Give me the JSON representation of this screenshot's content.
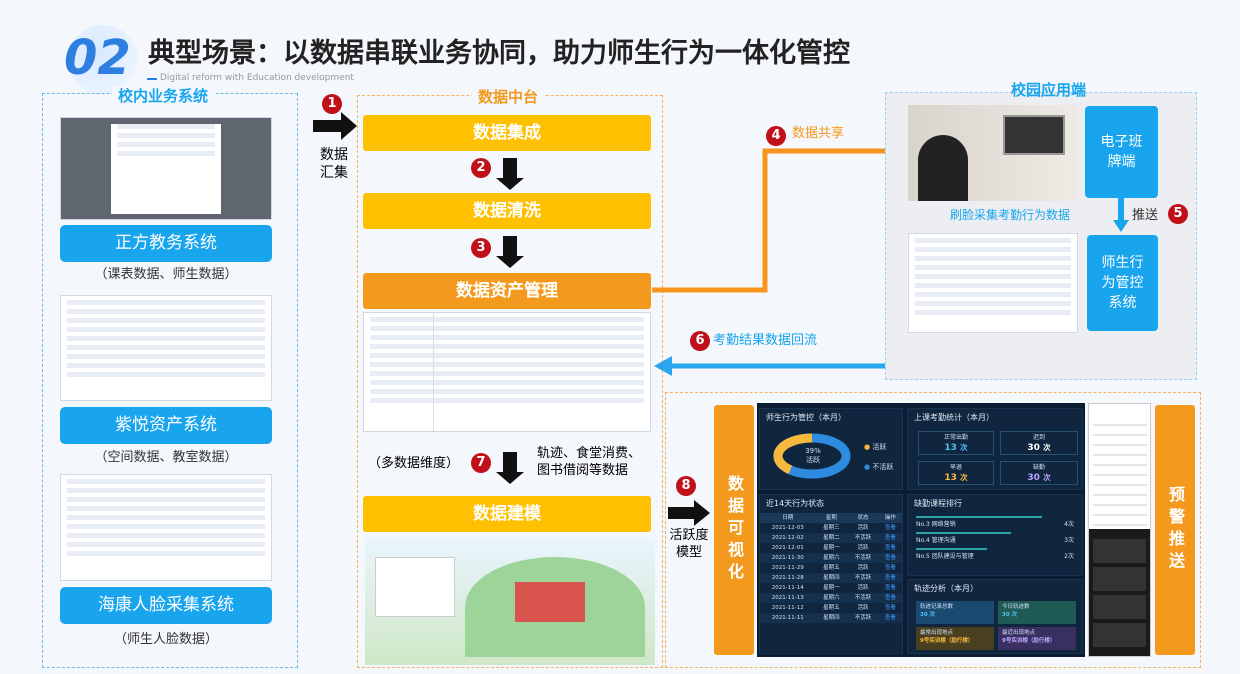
{
  "header": {
    "number": "02",
    "title": "典型场景：以数据串联业务协同，助力师生行为一体化管控",
    "subtitle": "Digital reform with Education development"
  },
  "left": {
    "title": "校内业务系统",
    "systems": [
      {
        "name": "正方教务系统",
        "caption": "（课表数据、师生数据）"
      },
      {
        "name": "紫悦资产系统",
        "caption": "（空间数据、教室数据）"
      },
      {
        "name": "海康人脸采集系统",
        "caption": "（师生人脸数据）"
      }
    ]
  },
  "flow": {
    "step1": "1",
    "collect": "数据汇集",
    "step2": "2",
    "step3": "3",
    "step4": "4",
    "share": "数据共享",
    "step5": "5",
    "push": "推送",
    "step6": "6",
    "backflow": "考勤结果数据回流",
    "step7": "7",
    "step8": "8",
    "dimensions": "（多数据维度）",
    "data_types": "轨迹、食堂消费、图书借阅等数据",
    "activity_model": "活跃度模型"
  },
  "middle": {
    "title": "数据中台",
    "integration": "数据集成",
    "cleaning": "数据清洗",
    "asset": "数据资产管理",
    "modeling": "数据建模"
  },
  "campus": {
    "title": "校园应用端",
    "board": "电子班牌端",
    "face_caption": "刷脸采集考勤行为数据",
    "control": "师生行为管控系统"
  },
  "viz": {
    "label": "数据可视化",
    "alert": "预警推送"
  },
  "dashboard": {
    "pie_title": "师生行为管控（本月）",
    "pie_pct": "39%",
    "pie_center": "活跃",
    "legend_active": "活跃",
    "legend_inactive": "不活跃",
    "active_fraction": 0.39,
    "att_title": "上课考勤统计（本月）",
    "kpis": [
      {
        "label": "正常出勤",
        "value": "13",
        "unit": "次"
      },
      {
        "label": "迟到",
        "value": "30",
        "unit": "次"
      },
      {
        "label": "早退",
        "value": "13",
        "unit": "次"
      },
      {
        "label": "缺勤",
        "value": "30",
        "unit": "次"
      }
    ],
    "table_title": "近14天行为状态",
    "cols": [
      "日期",
      "星期",
      "状态",
      "操作"
    ],
    "rows": [
      [
        "2021-12-03",
        "星期三",
        "活跃",
        "查看"
      ],
      [
        "2021-12-02",
        "星期二",
        "不活跃",
        "查看"
      ],
      [
        "2021-12-01",
        "星期一",
        "活跃",
        "查看"
      ],
      [
        "2021-11-30",
        "星期六",
        "不活跃",
        "查看"
      ],
      [
        "2021-11-29",
        "星期五",
        "活跃",
        "查看"
      ],
      [
        "2021-11-28",
        "星期四",
        "不活跃",
        "查看"
      ],
      [
        "2021-11-14",
        "星期一",
        "活跃",
        "查看"
      ],
      [
        "2021-11-13",
        "星期六",
        "不活跃",
        "查看"
      ],
      [
        "2021-11-12",
        "星期五",
        "活跃",
        "查看"
      ],
      [
        "2021-11-11",
        "星期四",
        "不活跃",
        "查看"
      ]
    ],
    "rank_title": "缺勤课程排行",
    "ranks": [
      {
        "name": "No.3 网络营销",
        "value": "4次"
      },
      {
        "name": "No.4 管理沟通",
        "value": "3次"
      },
      {
        "name": "No.5 团队建设与管理",
        "value": "2次"
      }
    ],
    "track_title": "轨迹分析（本月）",
    "tracks": [
      {
        "label": "轨迹记录总数",
        "value": "30 次"
      },
      {
        "label": "今日轨迹数",
        "value": "30 次"
      },
      {
        "label": "最常出现地点",
        "value": "9号实训楼（励行楼）"
      },
      {
        "label": "最近出现地点",
        "value": "9号实训楼（励行楼）"
      }
    ]
  }
}
